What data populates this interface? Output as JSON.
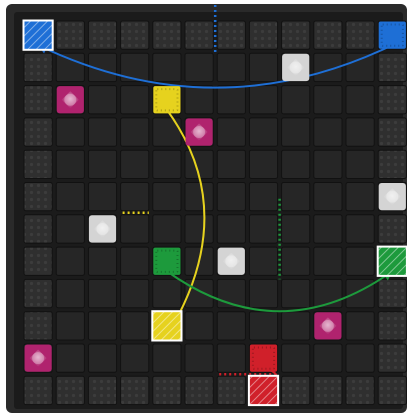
{
  "board": {
    "rows": 12,
    "cols": 12,
    "frame_color": "#2a2a2a",
    "board_color": "#1b1b1b",
    "cell_color": "#262626",
    "border_cell_color": "#2e2e2e"
  },
  "colors": {
    "blue": "#1e6fd6",
    "yellow": "#e6d21e",
    "magenta": "#b0236e",
    "green": "#1d9a3c",
    "red": "#d0202a",
    "silver": "#d4d4d4"
  },
  "pieces": [
    {
      "name": "blue-target-piece",
      "color": "blue",
      "row": 0,
      "col": 0,
      "style": "target"
    },
    {
      "name": "blue-robot-piece",
      "color": "blue",
      "row": 0,
      "col": 11,
      "style": "solid"
    },
    {
      "name": "silver-robot-piece",
      "color": "silver",
      "row": 1,
      "col": 8,
      "style": "gem"
    },
    {
      "name": "magenta-robot-piece",
      "color": "magenta",
      "row": 2,
      "col": 1,
      "style": "gem"
    },
    {
      "name": "yellow-robot-piece",
      "color": "yellow",
      "row": 2,
      "col": 4,
      "style": "solid"
    },
    {
      "name": "magenta-robot-piece",
      "color": "magenta",
      "row": 3,
      "col": 5,
      "style": "gem"
    },
    {
      "name": "silver-robot-piece",
      "color": "silver",
      "row": 5,
      "col": 11,
      "style": "gem"
    },
    {
      "name": "silver-robot-piece",
      "color": "silver",
      "row": 6,
      "col": 2,
      "style": "gem"
    },
    {
      "name": "green-robot-piece",
      "color": "green",
      "row": 7,
      "col": 4,
      "style": "solid"
    },
    {
      "name": "silver-robot-piece",
      "color": "silver",
      "row": 7,
      "col": 6,
      "style": "gem"
    },
    {
      "name": "green-target-piece",
      "color": "green",
      "row": 7,
      "col": 11,
      "style": "target"
    },
    {
      "name": "yellow-target-piece",
      "color": "yellow",
      "row": 9,
      "col": 4,
      "style": "target"
    },
    {
      "name": "magenta-robot-piece",
      "color": "magenta",
      "row": 9,
      "col": 9,
      "style": "gem"
    },
    {
      "name": "magenta-robot-piece",
      "color": "magenta",
      "row": 10,
      "col": 0,
      "style": "gem"
    },
    {
      "name": "red-robot-piece",
      "color": "red",
      "row": 10,
      "col": 7,
      "style": "solid"
    },
    {
      "name": "red-target-piece",
      "color": "red",
      "row": 11,
      "col": 7,
      "style": "target"
    }
  ],
  "walls": [
    {
      "name": "blue-wall-marker",
      "color": "blue",
      "orientation": "vertical",
      "between": [
        5,
        6
      ],
      "rows": [
        0,
        1
      ]
    },
    {
      "name": "yellow-wall-marker",
      "color": "yellow",
      "orientation": "horizontal",
      "between": [
        5,
        6
      ],
      "cols": [
        3,
        4
      ]
    },
    {
      "name": "green-wall-marker",
      "color": "green",
      "orientation": "vertical",
      "between": [
        7,
        8
      ],
      "rows": [
        6,
        8
      ]
    },
    {
      "name": "red-wall-marker",
      "color": "red",
      "orientation": "horizontal",
      "between": [
        10,
        11
      ],
      "cols": [
        6,
        8
      ]
    }
  ],
  "moves": [
    {
      "name": "blue-move-arrow",
      "color": "blue",
      "from": [
        0,
        11
      ],
      "to": [
        0,
        0
      ],
      "bulge": 95
    },
    {
      "name": "yellow-move-arrow",
      "color": "yellow",
      "from": [
        2,
        4
      ],
      "to": [
        9,
        4
      ],
      "bulge": -75
    },
    {
      "name": "green-move-arrow",
      "color": "green",
      "from": [
        7,
        4
      ],
      "to": [
        7,
        11
      ],
      "bulge": 90
    },
    {
      "name": "red-move-arrow",
      "color": "red",
      "from": [
        10,
        7
      ],
      "to": [
        11,
        7
      ],
      "bulge": -28
    }
  ]
}
